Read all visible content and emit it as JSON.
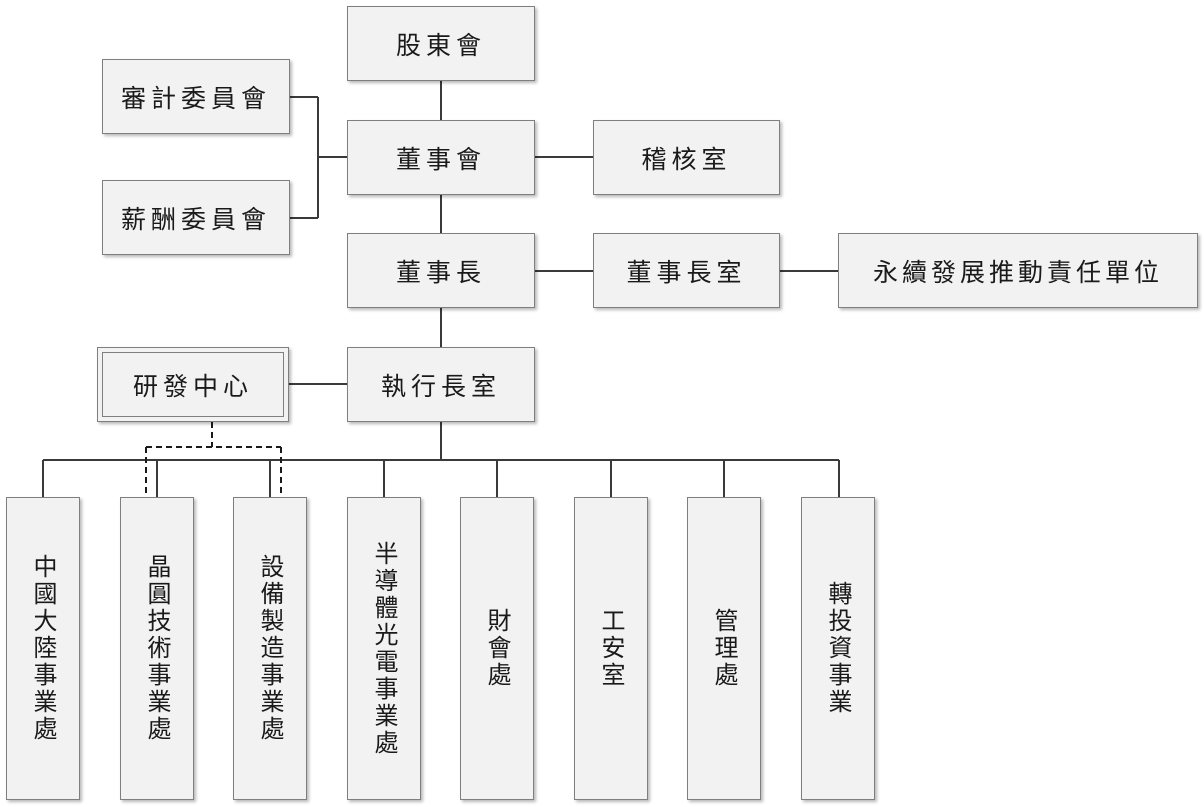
{
  "chart": {
    "shareholders": "股東會",
    "audit_committee": "審計委員會",
    "remuneration_committee": "薪酬委員會",
    "board": "董事會",
    "audit_office": "稽核室",
    "chairman": "董事長",
    "chairman_office": "董事長室",
    "esg_unit": "永續發展推動責任單位",
    "rd_center": "研發中心",
    "ceo_office": "執行長室",
    "divisions": [
      "中國大陸事業處",
      "晶圓技術事業處",
      "設備製造事業處",
      "半導體光電事業處",
      "財會處",
      "工安室",
      "管理處",
      "轉投資事業"
    ]
  }
}
